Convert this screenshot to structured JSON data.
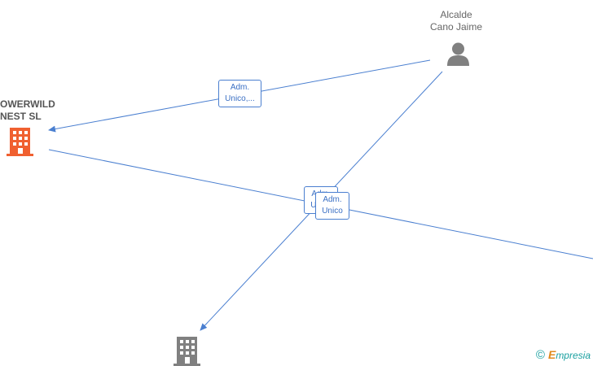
{
  "nodes": {
    "person": {
      "line1": "Alcalde",
      "line2": "Cano Jaime"
    },
    "company_main": {
      "line1": "OWERWILD",
      "line2": "NEST  SL"
    },
    "company_other": {
      "line1": ""
    }
  },
  "edges": {
    "label_1": {
      "line1": "Adm.",
      "line2": "Unico,..."
    },
    "label_2": {
      "line1": "Adm.",
      "line2": "Unico"
    },
    "label_3": {
      "line1": "Adm.",
      "line2": "Unico"
    }
  },
  "brand": {
    "copyright": "©",
    "initial": "E",
    "rest": "mpresia"
  },
  "colors": {
    "edge": "#4a7fd0",
    "company_main_icon": "#f06030",
    "company_other_icon": "#808080",
    "person_icon": "#808080"
  }
}
